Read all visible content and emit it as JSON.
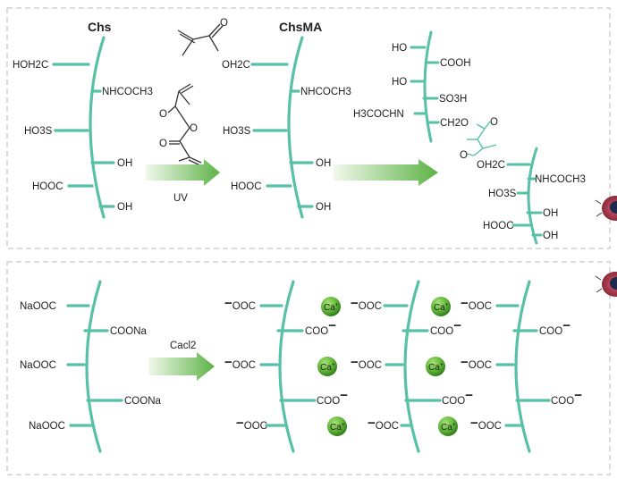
{
  "colors": {
    "chain": "#57c0a6",
    "arrow_start": "#f1f8ec",
    "arrow_end": "#5cb346",
    "ion_fill": "#6cbd3c",
    "ion_dark": "#2f7a1c",
    "border": "#c8c8c8",
    "text": "#222222"
  },
  "panel_top": {
    "title_left": "Chs",
    "title_mid": "ChsMA",
    "reagent_label": "UV",
    "chs_groups": {
      "hoh2c": "HOH2C",
      "nhcoch3": "NHCOCH3",
      "ho3s": "HO3S",
      "oh1": "OH",
      "hooc": "HOOC",
      "oh2": "OH"
    },
    "chsma_groups": {
      "oh2c": "OH2C",
      "nhcoch3": "NHCOCH3",
      "ho3s": "HO3S",
      "oh1": "OH",
      "hooc": "HOOC",
      "oh2": "OH"
    },
    "product_upper": {
      "ho1": "HO",
      "cooh": "COOH",
      "ho2": "HO",
      "so3h": "SO3H",
      "h3cocohn": "H3COCHN",
      "ch2o": "CH2O"
    },
    "product_lower": {
      "oh2c": "OH2C",
      "nhcoch3": "NHCOCH3",
      "ho3s": "HO3S",
      "oh1": "OH",
      "hooc": "HOOC",
      "oh2": "OH"
    }
  },
  "panel_bottom": {
    "reagent_label": "Cacl2",
    "left": {
      "g1": "NaOOC",
      "g2": "COONa",
      "g3": "NaOOC",
      "g4": "COONa",
      "g5": "NaOOC"
    },
    "carboxylate": "COO",
    "carboxylate_left": "OOC",
    "charge": "−",
    "ion": "Ca",
    "ion_charge": "+"
  },
  "icons": [
    "methacrylic-anhydride-structure",
    "methacrylate-structure",
    "bacteria-icon"
  ]
}
